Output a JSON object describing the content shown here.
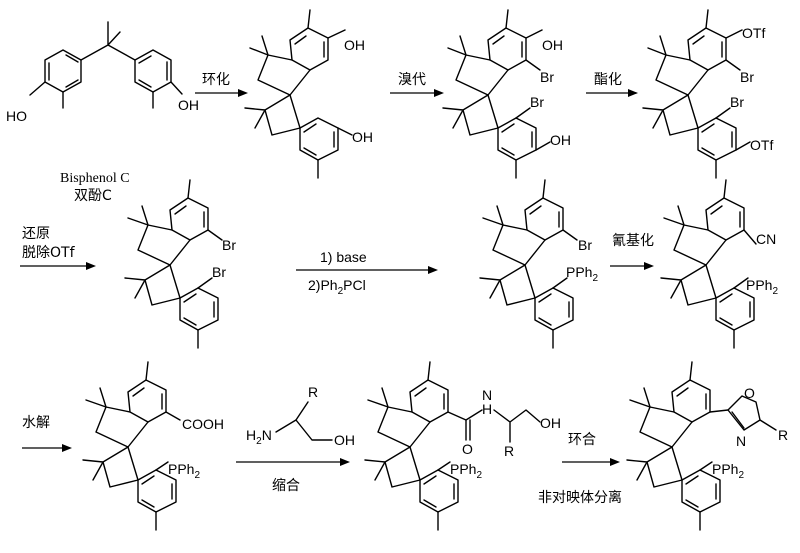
{
  "compound_captions": {
    "bisphenol_en": "Bisphenol C",
    "bisphenol_zh": "双酚C"
  },
  "atom_labels": {
    "ho": "HO",
    "oh": "OH",
    "br": "Br",
    "otf": "OTf",
    "cn": "CN",
    "pph2": "PPh",
    "pph2_sub": "2",
    "cooh": "COOH",
    "h2n": "H",
    "h2n_sub": "2",
    "h2n_n": "N",
    "r": "R",
    "n": "N",
    "h": "H",
    "o": "O"
  },
  "steps": {
    "s1": "环化",
    "s2": "溴代",
    "s3": "酯化",
    "s4_line1": "还原",
    "s4_line2": "脱除OTf",
    "s5_line1": "1) base",
    "s5_line2_pre": "2)Ph",
    "s5_line2_sub": "2",
    "s5_line2_post": "PCl",
    "s6": "氰基化",
    "s7": "水解",
    "s8": "缩合",
    "s9": "环合",
    "s10": "非对映体分离"
  }
}
